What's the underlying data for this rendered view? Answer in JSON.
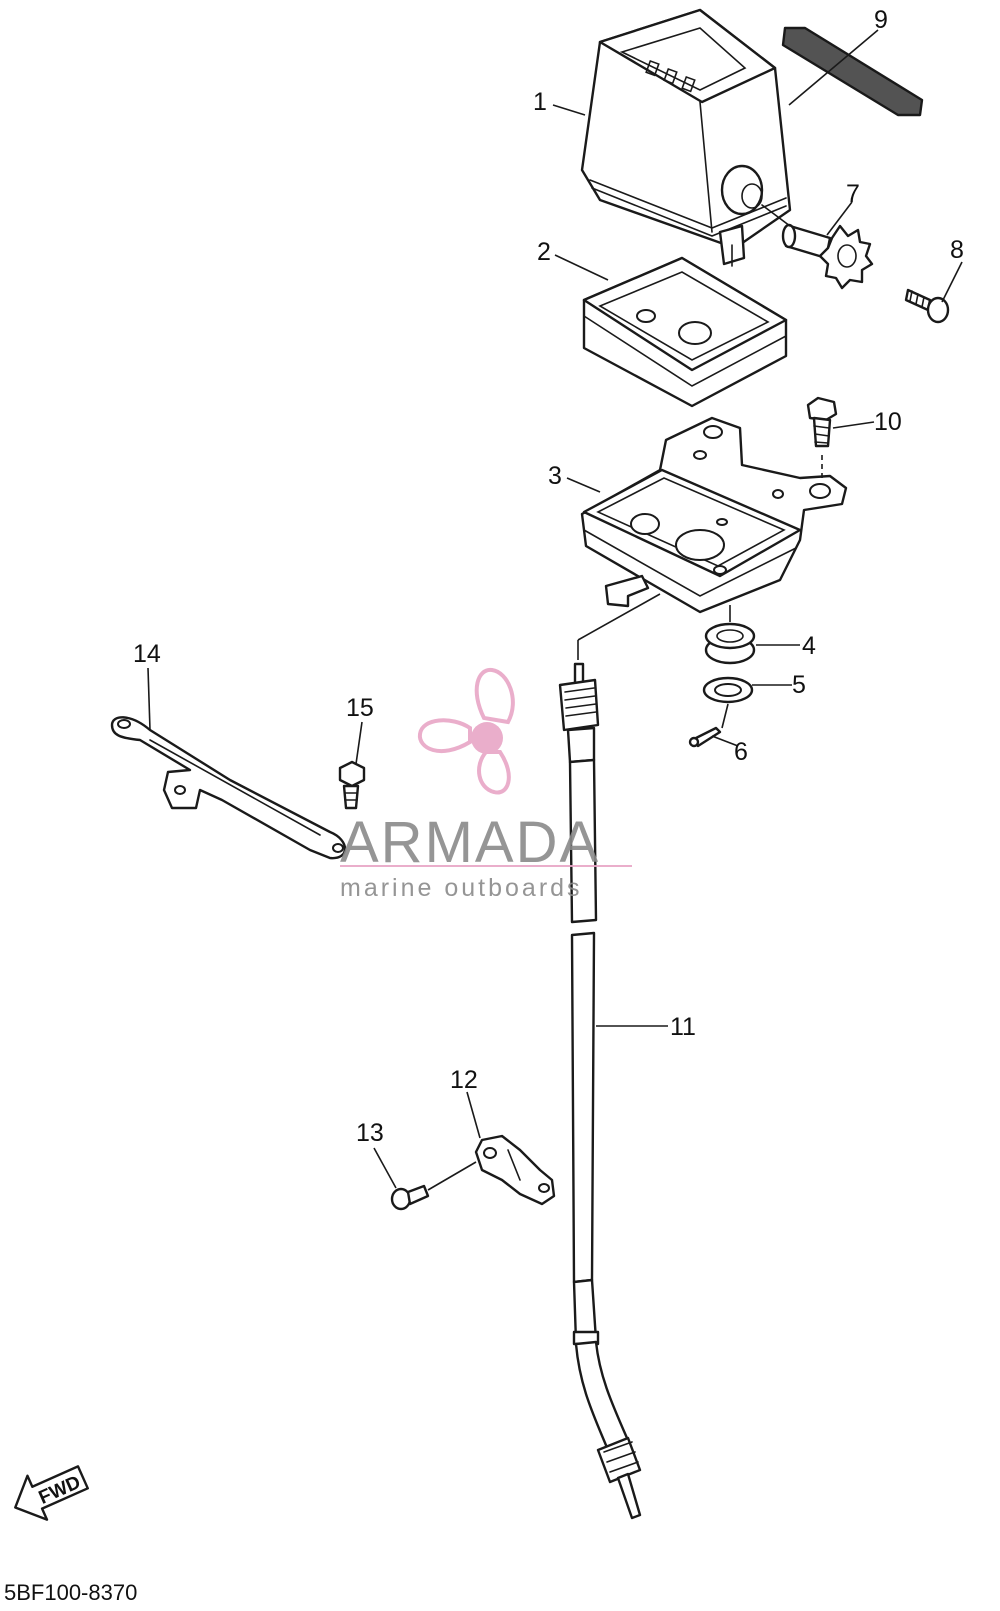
{
  "callouts": [
    {
      "num": "1",
      "label": "1"
    },
    {
      "num": "2",
      "label": "2"
    },
    {
      "num": "3",
      "label": "3"
    },
    {
      "num": "4",
      "label": "4"
    },
    {
      "num": "5",
      "label": "5"
    },
    {
      "num": "6",
      "label": "6"
    },
    {
      "num": "7",
      "label": "7"
    },
    {
      "num": "8",
      "label": "8"
    },
    {
      "num": "9",
      "label": "9"
    },
    {
      "num": "10",
      "label": "10"
    },
    {
      "num": "11",
      "label": "11"
    },
    {
      "num": "12",
      "label": "12"
    },
    {
      "num": "13",
      "label": "13"
    },
    {
      "num": "14",
      "label": "14"
    },
    {
      "num": "15",
      "label": "15"
    }
  ],
  "diagram_code": "5BF100-8370",
  "direction_arrow": {
    "label": "FWD"
  },
  "watermark": {
    "brand": "ARMADA",
    "tagline": "marine outboards",
    "logo_icon": "propeller-logo-icon",
    "brand_color": "#8a8a8a",
    "accent_color": "#e8a6c6"
  },
  "colors": {
    "line": "#1a1a1a",
    "background": "#ffffff"
  }
}
